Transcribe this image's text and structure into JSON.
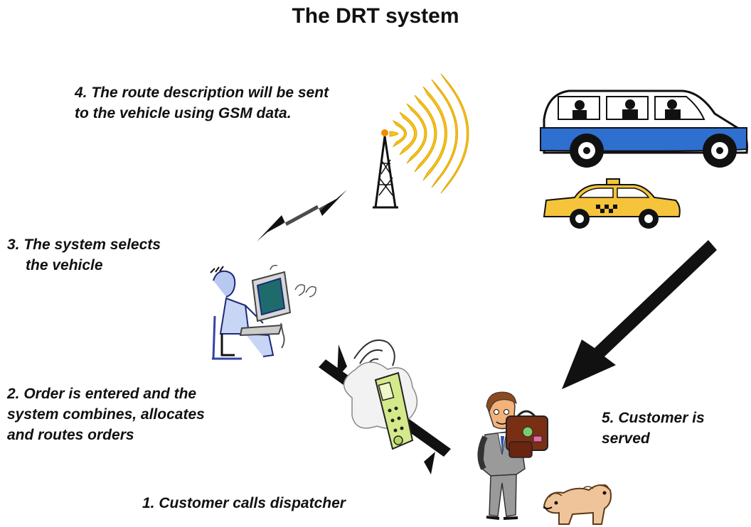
{
  "title": "The DRT system",
  "steps": {
    "step4": {
      "lines": [
        "4. The route description will be sent",
        "to the vehicle using GSM data."
      ]
    },
    "step3": {
      "lines": [
        "3. The system selects",
        "the vehicle"
      ]
    },
    "step2": {
      "lines": [
        "2. Order is entered and the",
        "system combines, allocates",
        "and routes orders"
      ]
    },
    "step1": {
      "lines": [
        "1. Customer calls dispatcher"
      ]
    },
    "step5": {
      "lines": [
        "5. Customer is",
        "served"
      ]
    }
  },
  "colors": {
    "signal_waves": "#f7c41a",
    "van_blue": "#2f6fd0",
    "taxi_yellow": "#f6c43a",
    "arrow": "#111111"
  },
  "icons": {
    "tower": "gsm-tower-icon",
    "van": "minibus-icon",
    "taxi": "taxi-icon",
    "dispatcher": "dispatcher-at-computer-icon",
    "phone": "mobile-phone-icon",
    "customer": "customer-with-luggage-icon",
    "dog": "dog-icon"
  }
}
